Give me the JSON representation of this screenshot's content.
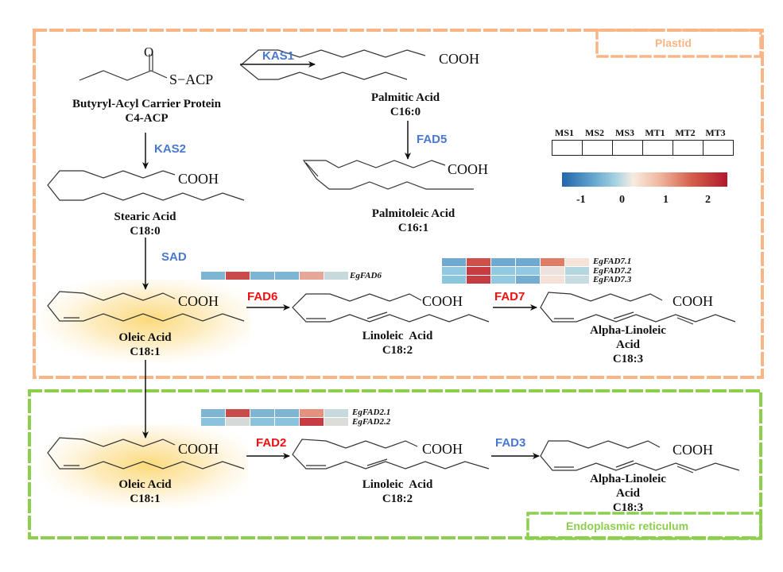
{
  "regions": {
    "plastid": {
      "label": "Plastid",
      "color": "#f9b585"
    },
    "er": {
      "label": "Endoplasmic reticulum",
      "color": "#8ccf4d"
    }
  },
  "compounds": {
    "c4acp": {
      "name": "Butyryl-Acyl Carrier Protein",
      "formula": "C4-ACP",
      "group": "S−ACP",
      "oxygen": "O"
    },
    "palmitic": {
      "name": "Palmitic Acid",
      "formula": "C16:0",
      "group": "COOH"
    },
    "palmitoleic": {
      "name": "Palmitoleic Acid",
      "formula": "C16:1",
      "group": "COOH"
    },
    "stearic": {
      "name": "Stearic Acid",
      "formula": "C18:0",
      "group": "COOH"
    },
    "oleic_plastid": {
      "name": "Oleic Acid",
      "formula": "C18:1",
      "group": "COOH"
    },
    "linoleic_plastid": {
      "name": "Linoleic Acid",
      "formula": "C18:2",
      "group": "COOH"
    },
    "ala_plastid": {
      "name_line1": "Alpha-Linoleic",
      "name_line2": "Acid",
      "formula": "C18:3",
      "group": "COOH"
    },
    "oleic_er": {
      "name": "Oleic Acid",
      "formula": "C18:1",
      "group": "COOH"
    },
    "linoleic_er": {
      "name": "Linoleic Acid",
      "formula": "C18:2",
      "group": "COOH"
    },
    "ala_er": {
      "name_line1": "Alpha-Linoleic",
      "name_line2": "Acid",
      "formula": "C18:3",
      "group": "COOH"
    }
  },
  "enzymes": {
    "kas1": {
      "label": "KAS1",
      "color": "#4a78d0"
    },
    "kas2": {
      "label": "KAS2",
      "color": "#4a78d0"
    },
    "fad5": {
      "label": "FAD5",
      "color": "#4a78d0"
    },
    "sad": {
      "label": "SAD",
      "color": "#4a78d0"
    },
    "fad6": {
      "label": "FAD6",
      "color": "#ee1111"
    },
    "fad7": {
      "label": "FAD7",
      "color": "#ee1111"
    },
    "fad2": {
      "label": "FAD2",
      "color": "#ee1111"
    },
    "fad3": {
      "label": "FAD3",
      "color": "#4a78d0"
    }
  },
  "legend": {
    "samples": [
      "MS1",
      "MS2",
      "MS3",
      "MT1",
      "MT2",
      "MT3"
    ],
    "colorbar": {
      "min": -1.5,
      "max": 2.5,
      "ticks": [
        "-1",
        "0",
        "1",
        "2"
      ],
      "colors": [
        "#2166ac",
        "#f7ece0",
        "#b2182b"
      ]
    }
  },
  "heatmaps": {
    "fad6": {
      "rows": [
        {
          "gene": "EgFAD6",
          "colors": [
            "#7db5d3",
            "#c94a4a",
            "#7db5d3",
            "#7db5d3",
            "#e6a698",
            "#c8d9de"
          ]
        }
      ]
    },
    "fad7": {
      "rows": [
        {
          "gene": "EgFAD7.1",
          "colors": [
            "#6fa9cf",
            "#cf4f4b",
            "#6fa9cf",
            "#6fa9cf",
            "#e07b66",
            "#f5e3d8"
          ]
        },
        {
          "gene": "EgFAD7.2",
          "colors": [
            "#93c9e0",
            "#c63c42",
            "#93c9e0",
            "#93c9e0",
            "#ede2dc",
            "#b4d6e0"
          ]
        },
        {
          "gene": "EgFAD7.3",
          "colors": [
            "#8cc6de",
            "#c63c42",
            "#93c9e0",
            "#74acd2",
            "#f4e2d8",
            "#c6dce0"
          ]
        }
      ]
    },
    "fad2": {
      "rows": [
        {
          "gene": "EgFAD2.1",
          "colors": [
            "#7db5d3",
            "#c94a4a",
            "#7db5d3",
            "#7db5d3",
            "#e6907f",
            "#c8d9de"
          ]
        },
        {
          "gene": "EgFAD2.2",
          "colors": [
            "#8cc3dc",
            "#d5d9d8",
            "#8cc3dc",
            "#8cc3dc",
            "#c63c42",
            "#dcdcd8"
          ]
        }
      ]
    }
  }
}
